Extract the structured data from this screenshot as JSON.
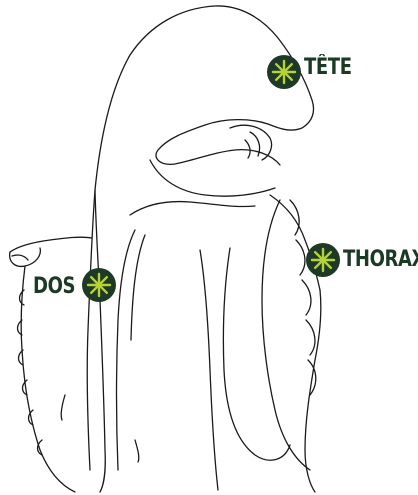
{
  "colors": {
    "marker_fill": "#1e3a26",
    "marker_asterisk": "#b5d334",
    "label_text": "#1a3a25",
    "outline": "#1a1a1a"
  },
  "markers": [
    {
      "id": "tete",
      "label": "TÊTE",
      "icon": "asterisk-icon"
    },
    {
      "id": "thorax",
      "label": "THORAX",
      "icon": "asterisk-icon"
    },
    {
      "id": "dos",
      "label": "DOS",
      "icon": "asterisk-icon"
    }
  ]
}
